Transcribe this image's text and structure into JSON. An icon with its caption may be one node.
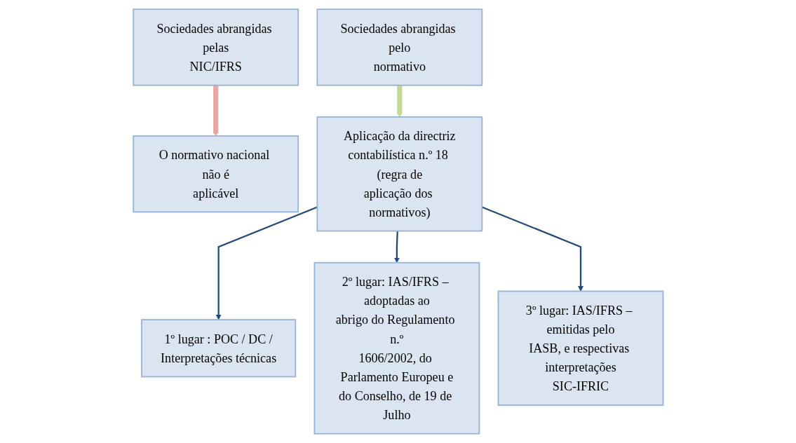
{
  "diagram": {
    "nodes": [
      {
        "text": [
          "Sociedades abrangidas pelas NIC/IFRS"
        ]
      },
      {
        "text": [
          "O normativo nacional não é aplicável"
        ]
      },
      {
        "text": [
          "Sociedades abrangidas pelo normativo"
        ]
      },
      {
        "text": [
          "Aplicação da directriz contabilística n.º 18 (regra de aplicação dos normativos)"
        ]
      },
      {
        "text": [
          "1º lugar : POC / DC / Interpretações técnicas"
        ]
      },
      {
        "text": [
          "2º lugar: IAS/IFRS – adoptadas ao abrigo do Regulamento n.º 1606/2002, do Parlamento Europeu e do Conselho, de 19 de Julho"
        ]
      },
      {
        "text": [
          "3º lugar: IAS/IFRS – emitidas pelo IASB, e respectivas interpretações SIC-IFRIC"
        ]
      }
    ],
    "edges": [
      {
        "from": 0,
        "to": 1,
        "arrow": "to",
        "style": "thick",
        "color": "#e6a6a4"
      },
      {
        "from": 2,
        "to": 3,
        "arrow": "to",
        "style": "thick",
        "color": "#c4d89a"
      },
      {
        "from": 3,
        "to": 4,
        "arrow": "to"
      },
      {
        "from": 3,
        "to": 5,
        "arrow": "to"
      },
      {
        "from": 3,
        "to": 6,
        "arrow": "to"
      }
    ]
  }
}
